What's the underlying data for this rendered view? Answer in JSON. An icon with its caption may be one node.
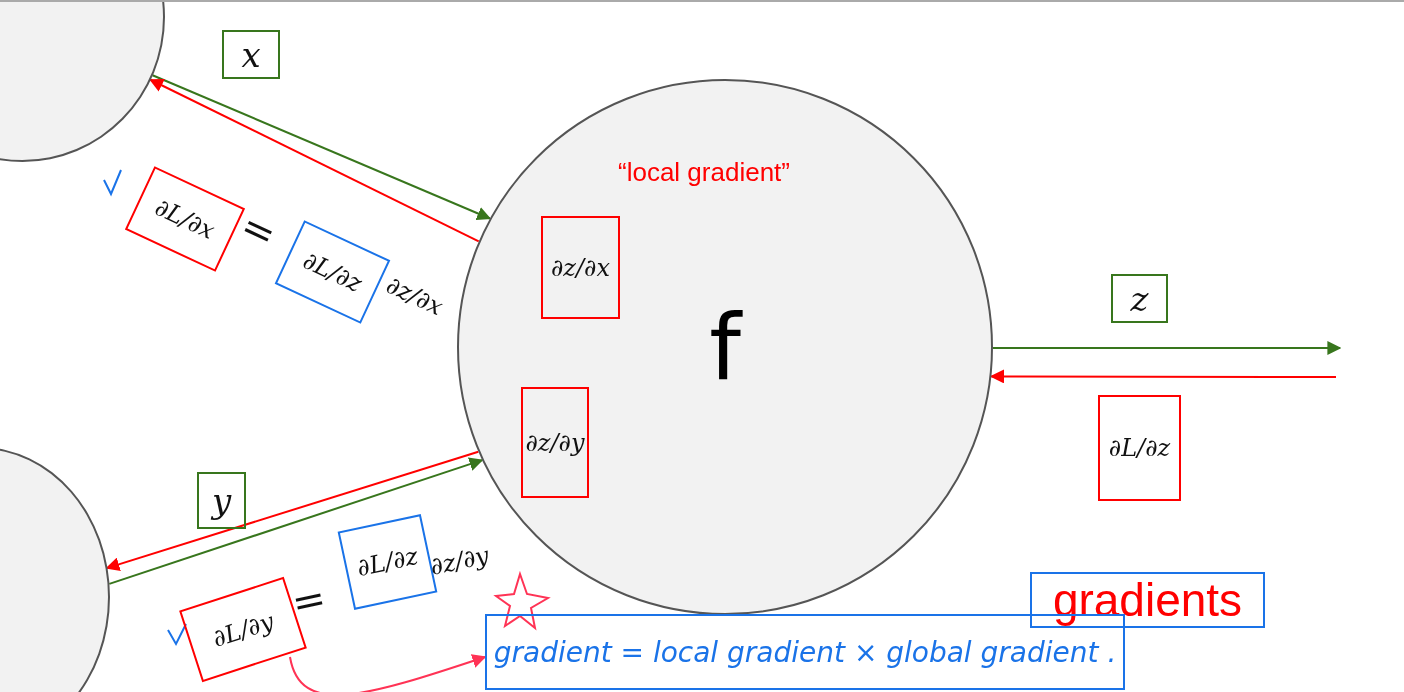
{
  "diagram": {
    "nodes": [
      {
        "text": [],
        "shape": "circle"
      },
      {
        "text": [],
        "shape": "circle"
      },
      {
        "text": [
          "f"
        ]
      },
      {
        "text": [
          "∂z/∂x"
        ],
        "in": 2
      },
      {
        "text": [
          "∂z/∂y"
        ],
        "in": 2
      },
      {
        "text": [
          "x"
        ]
      },
      {
        "text": [
          "y"
        ]
      },
      {
        "text": [
          "z"
        ]
      },
      {
        "text": [
          "∂L/∂z"
        ]
      },
      {
        "text": [
          "∂L/∂x"
        ]
      },
      {
        "text": [
          "∂L/∂z"
        ]
      },
      {
        "text": [
          "∂L/∂y"
        ]
      },
      {
        "text": [
          "∂L/∂z"
        ]
      },
      {
        "text": [
          "gradients"
        ]
      },
      {
        "text": [
          "gradient = local gradient × global gradient ."
        ]
      }
    ],
    "edges": [
      {
        "from": 0,
        "to": 2,
        "arrow": "to",
        "color": "#38761d"
      },
      {
        "from": 2,
        "to": 0,
        "arrow": "to",
        "color": "#ff0000"
      },
      {
        "from": 1,
        "to": 2,
        "arrow": "to",
        "color": "#38761d"
      },
      {
        "from": 2,
        "to": 1,
        "arrow": "to",
        "color": "#ff0000"
      },
      {
        "from": 2,
        "to": null,
        "arrow": "to",
        "color": "#38761d"
      },
      {
        "from": null,
        "to": 2,
        "arrow": "to",
        "color": "#ff0000"
      },
      {
        "from": 11,
        "to": 14,
        "arrow": "to",
        "color": "#ff3355"
      }
    ],
    "labels": [
      "“local gradient”",
      "=",
      "∂z/∂x",
      "=",
      "∂z/∂y"
    ]
  }
}
